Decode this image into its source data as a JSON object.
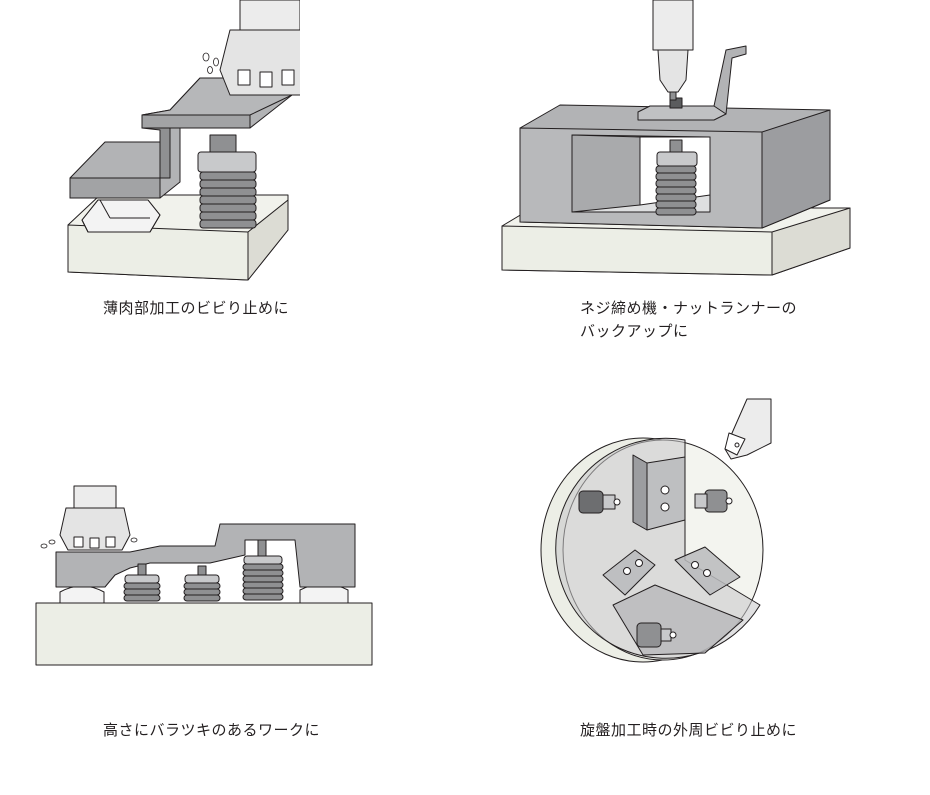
{
  "captions": {
    "top_left": "薄肉部加工のビビり止めに",
    "top_right_line1": "ネジ締め機・ナットランナーの",
    "top_right_line2": "バックアップに",
    "bottom_left": "高さにバラツキのあるワークに",
    "bottom_right": "旋盤加工時の外周ビビり止めに"
  },
  "colors": {
    "part_gray": "#b2b3b5",
    "part_gray_dark": "#8f9092",
    "base_light": "#eceee6",
    "tool_light": "#ececec",
    "outline": "#231f20"
  },
  "illustrations": {
    "top_left": "milling-thin-wall-support-illustration",
    "top_right": "nut-runner-backup-illustration",
    "bottom_left": "uneven-height-workpiece-illustration",
    "bottom_right": "lathe-chuck-vibration-illustration"
  }
}
